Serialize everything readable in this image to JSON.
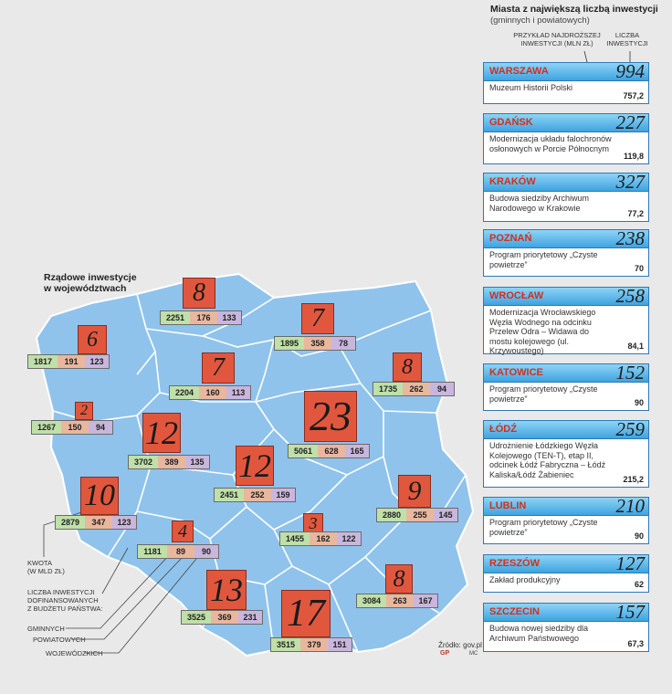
{
  "map": {
    "title_line1": "Rządowe inwestycje",
    "title_line2": "w województwach",
    "regions": [
      {
        "id": "pomorskie",
        "count": "8",
        "g": "2251",
        "p": "176",
        "w": "133"
      },
      {
        "id": "warminsko-mazurskie",
        "count": "7",
        "g": "1895",
        "p": "358",
        "w": "78"
      },
      {
        "id": "zachodniopomorskie",
        "count": "6",
        "g": "1817",
        "p": "191",
        "w": "123"
      },
      {
        "id": "kujawsko-pomorskie",
        "count": "7",
        "g": "2204",
        "p": "160",
        "w": "113"
      },
      {
        "id": "podlaskie",
        "count": "8",
        "g": "1735",
        "p": "262",
        "w": "94"
      },
      {
        "id": "lubuskie",
        "count": "2",
        "g": "1267",
        "p": "150",
        "w": "94"
      },
      {
        "id": "wielkopolskie",
        "count": "12",
        "g": "3702",
        "p": "389",
        "w": "135"
      },
      {
        "id": "mazowieckie",
        "count": "23",
        "g": "5061",
        "p": "628",
        "w": "165"
      },
      {
        "id": "lodzkie",
        "count": "12",
        "g": "2451",
        "p": "252",
        "w": "159"
      },
      {
        "id": "dolnoslaskie",
        "count": "10",
        "g": "2879",
        "p": "347",
        "w": "123"
      },
      {
        "id": "lubelskie",
        "count": "9",
        "g": "2880",
        "p": "255",
        "w": "145"
      },
      {
        "id": "opolskie",
        "count": "4",
        "g": "1181",
        "p": "89",
        "w": "90"
      },
      {
        "id": "swietokrzyskie",
        "count": "3",
        "g": "1455",
        "p": "162",
        "w": "122"
      },
      {
        "id": "slaskie",
        "count": "13",
        "g": "3525",
        "p": "369",
        "w": "231"
      },
      {
        "id": "podkarpackie",
        "count": "8",
        "g": "3084",
        "p": "263",
        "w": "167"
      },
      {
        "id": "malopolskie",
        "count": "17",
        "g": "3515",
        "p": "379",
        "w": "151"
      }
    ]
  },
  "legend": {
    "kwota_line1": "KWOTA",
    "kwota_line2": "(W MLD ZŁ)",
    "liczba_line1": "LICZBA INWESTYCJI",
    "liczba_line2": "DOFINANSOWANYCH",
    "liczba_line3": "Z BUDŻETU PAŃSTWA:",
    "gminnych": "GMINNYCH",
    "powiatowych": "POWIATOWYCH",
    "wojewodzkich": "WOJEWÓDZKICH"
  },
  "panel": {
    "title": "Miasta z największą liczbą inwestycji",
    "subtitle": "(gminnych i powiatowych)",
    "col1_line1": "PRZYKŁAD NAJDROŻSZEJ",
    "col1_line2": "INWESTYCJI (MLN ZŁ)",
    "col2_line1": "LICZBA",
    "col2_line2": "INWESTYCJI",
    "cities": [
      {
        "city": "WARSZAWA",
        "count": "994",
        "desc": "Muzeum Historii Polski",
        "value": "757,2"
      },
      {
        "city": "GDAŃSK",
        "count": "227",
        "desc": "Modernizacja układu falochronów osłonowych w Porcie Północnym",
        "value": "119,8"
      },
      {
        "city": "KRAKÓW",
        "count": "327",
        "desc": "Budowa siedziby Archiwum Narodowego w Krakowie",
        "value": "77,2"
      },
      {
        "city": "POZNAŃ",
        "count": "238",
        "desc": "Program priorytetowy „Czyste powietrze”",
        "value": "70"
      },
      {
        "city": "WROCŁAW",
        "count": "258",
        "desc": "Modernizacja Wrocławskiego Węzła Wodnego na odcinku Przelew Odra – Widawa do mostu kolejowego (ul. Krzywoustego)",
        "value": "84,1"
      },
      {
        "city": "KATOWICE",
        "count": "152",
        "desc": "Program priorytetowy „Czyste powietrze”",
        "value": "90"
      },
      {
        "city": "ŁÓDŹ",
        "count": "259",
        "desc": "Udrożnienie Łódzkiego Węzła Kolejowego (TEN-T), etap II, odcinek Łódź Fabryczna – Łódź Kaliska/Łódź Żabieniec",
        "value": "215,2"
      },
      {
        "city": "LUBLIN",
        "count": "210",
        "desc": "Program priorytetowy „Czyste powietrze”",
        "value": "90"
      },
      {
        "city": "RZESZÓW",
        "count": "127",
        "desc": "Zakład produkcyjny",
        "value": "62"
      },
      {
        "city": "SZCZECIN",
        "count": "157",
        "desc": "Budowa nowej siedziby dla Archiwum Państwowego",
        "value": "67,3"
      }
    ]
  },
  "source": "Źródło: gov.pl",
  "logo": "GP",
  "author": "MC"
}
